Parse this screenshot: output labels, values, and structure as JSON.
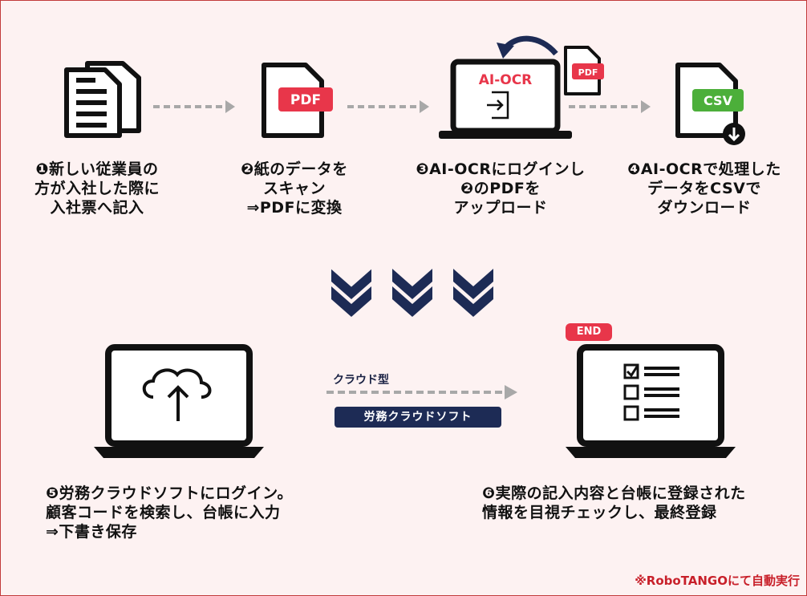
{
  "steps": [
    {
      "label": "❶新しい従業員の\n方が入社した際に\n入社票へ記入",
      "icon": "documents-icon"
    },
    {
      "label": "❷紙のデータを\nスキャン\n⇒PDFに変換",
      "icon": "pdf-file-icon",
      "badge": "PDF"
    },
    {
      "label": "❸AI-OCRにログインし\n❷のPDFを\nアップロード",
      "icon": "laptop-ai-ocr-icon",
      "screen_text": "AI-OCR",
      "small_badge": "PDF"
    },
    {
      "label": "❹AI-OCRで処理した\nデータをCSVで\nダウンロード",
      "icon": "csv-file-icon",
      "badge": "CSV"
    },
    {
      "label": "❺労務クラウドソフトにログイン。\n顧客コードを検索し、台帳に入力\n⇒下書き保存",
      "icon": "laptop-cloud-upload-icon"
    },
    {
      "label": "❻実際の記入内容と台帳に登録された\n情報を目視チェックし、最終登録",
      "icon": "laptop-checklist-icon",
      "badge": "END"
    }
  ],
  "cloud_type": "クラウド型",
  "software": "労務クラウドソフト",
  "footnote": "※RoboTANGOにて自動実行",
  "colors": {
    "navy": "#1d2b55",
    "red": "#e8364a",
    "green": "#4caf3a",
    "arrow_gray": "#a8a8a8",
    "background": "#fdf2f2"
  }
}
